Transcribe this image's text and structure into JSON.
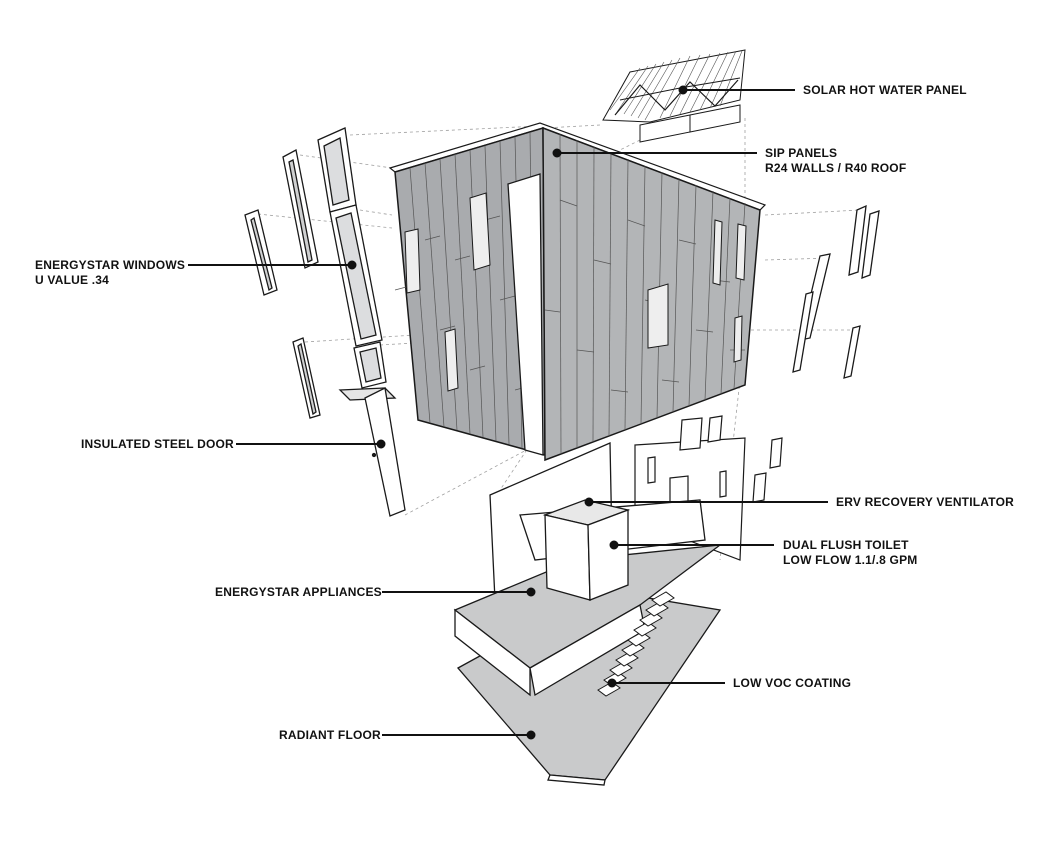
{
  "labels": {
    "solar": {
      "line1": "SOLAR HOT WATER PANEL"
    },
    "sip": {
      "line1": "SIP PANELS",
      "line2": "R24 WALLS / R40 ROOF"
    },
    "windows": {
      "line1": "ENERGYSTAR WINDOWS",
      "line2": "U VALUE .34"
    },
    "door": {
      "line1": "INSULATED STEEL DOOR"
    },
    "erv": {
      "line1": "ERV RECOVERY VENTILATOR"
    },
    "toilet": {
      "line1": "DUAL FLUSH TOILET",
      "line2": "LOW FLOW 1.1/.8 GPM"
    },
    "appliances": {
      "line1": "ENERGYSTAR APPLIANCES"
    },
    "voc": {
      "line1": "LOW VOC COATING"
    },
    "radiant": {
      "line1": "RADIANT FLOOR"
    }
  },
  "colors": {
    "panel_fill": "#a9abae",
    "panel_light": "#d8d9da",
    "floor_fill": "#c9cacb",
    "line": "#1a1a1a",
    "guide": "#9a9a9a"
  }
}
